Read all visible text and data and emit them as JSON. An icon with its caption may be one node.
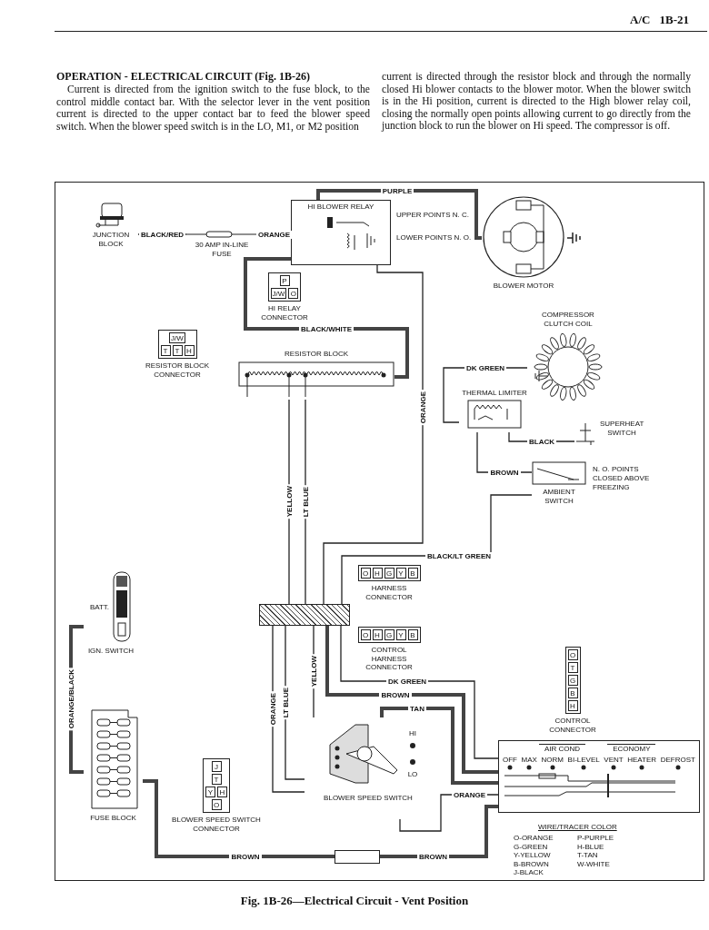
{
  "diagram": {
    "title": "OPERATION - ELECTRICAL CIRCUIT (Fig. 1B-26)",
    "caption": "Fig. 1B-26—Electrical Circuit - Vent Position",
    "nodes": [
      {
        "text": [
          "JUNCTION BLOCK"
        ]
      },
      {
        "text": [
          "30 AMP IN-LINE FUSE"
        ]
      },
      {
        "text": [
          "HI BLOWER RELAY"
        ],
        "beside": [
          "UPPER POINTS N. C.",
          "LOWER POINTS N. O."
        ]
      },
      {
        "text": [
          "P",
          "J/W",
          "O",
          "HI RELAY CONNECTOR"
        ]
      },
      {
        "text": [
          "BLOWER MOTOR"
        ]
      },
      {
        "text": [
          "J/W",
          "T",
          "T",
          "H",
          "RESISTOR BLOCK CONNECTOR"
        ]
      },
      {
        "text": [
          "RESISTOR BLOCK"
        ]
      },
      {
        "text": [
          "COMPRESSOR CLUTCH COIL"
        ]
      },
      {
        "text": [
          "THERMAL LIMITER"
        ]
      },
      {
        "text": [
          "SUPERHEAT SWITCH"
        ]
      },
      {
        "text": [
          "AMBIENT SWITCH"
        ],
        "beside": [
          "N. O. POINTS CLOSED ABOVE FREEZING"
        ]
      },
      {
        "text": [
          "BATT.",
          "IGN. SWITCH"
        ]
      },
      {
        "text": [
          "O",
          "H",
          "G",
          "Y",
          "B",
          "HARNESS CONNECTOR"
        ]
      },
      {
        "text": [],
        "shape": "bar"
      },
      {
        "text": [
          "O",
          "H",
          "G",
          "Y",
          "B",
          "CONTROL HARNESS CONNECTOR"
        ]
      },
      {
        "text": [
          "O",
          "T",
          "G",
          "B",
          "H",
          "CONTROL CONNECTOR"
        ]
      },
      {
        "text": [
          "FUSE BLOCK"
        ]
      },
      {
        "text": [
          "J",
          "T",
          "Y",
          "H",
          "O",
          "BLOWER SPEED SWITCH CONNECTOR"
        ]
      },
      {
        "text": [
          "HI",
          "LO",
          "BLOWER SPEED SWITCH"
        ]
      },
      {
        "text": [
          "AIR COND",
          "ECONOMY",
          "OFF",
          "MAX",
          "NORM",
          "BI-LEVEL",
          "VENT",
          "HEATER",
          "DEFROST"
        ]
      },
      {
        "text": [],
        "shape": "box"
      }
    ],
    "edges": [
      {
        "from": 0,
        "to": 1,
        "arrow": "none",
        "label": "BLACK/RED"
      },
      {
        "from": 1,
        "to": 2,
        "arrow": "none",
        "label": "ORANGE"
      },
      {
        "from": 2,
        "to": 4,
        "arrow": "none",
        "label": "PURPLE",
        "style": "thick"
      },
      {
        "from": 2,
        "to": 6,
        "arrow": "none",
        "label": "BLACK/WHITE",
        "style": "thick"
      },
      {
        "from": 2,
        "to": 13,
        "arrow": "none",
        "label": "ORANGE"
      },
      {
        "from": 6,
        "to": 13,
        "arrow": "none",
        "label": "YELLOW"
      },
      {
        "from": 6,
        "to": 13,
        "arrow": "none",
        "label": "LT BLUE"
      },
      {
        "from": 8,
        "to": 7,
        "arrow": "none",
        "label": "DK GREEN"
      },
      {
        "from": 8,
        "to": 9,
        "arrow": "none",
        "label": "BLACK"
      },
      {
        "from": 8,
        "to": 10,
        "arrow": "none",
        "label": "BROWN"
      },
      {
        "from": 10,
        "to": 13,
        "arrow": "none",
        "label": "BLACK/LT GREEN"
      },
      {
        "from": 11,
        "to": 16,
        "arrow": "none",
        "label": "ORANGE/BLACK",
        "style": "thick"
      },
      {
        "from": 13,
        "to": 18,
        "arrow": "none",
        "label": "ORANGE"
      },
      {
        "from": 13,
        "to": 18,
        "arrow": "none",
        "label": "LT BLUE"
      },
      {
        "from": 13,
        "to": 18,
        "arrow": "none",
        "label": "YELLOW"
      },
      {
        "from": 13,
        "to": 19,
        "arrow": "none",
        "label": "DK GREEN"
      },
      {
        "from": 13,
        "to": 19,
        "arrow": "none",
        "label": "BROWN",
        "style": "thick"
      },
      {
        "from": 18,
        "to": 19,
        "arrow": "none",
        "label": "TAN",
        "style": "thick"
      },
      {
        "from": 18,
        "to": 19,
        "arrow": "none",
        "label": "ORANGE"
      },
      {
        "from": 16,
        "to": 20,
        "arrow": "none",
        "label": "BROWN",
        "style": "thick"
      },
      {
        "from": 20,
        "to": 19,
        "arrow": "none",
        "label": "BROWN",
        "style": "thick"
      }
    ],
    "labels": [
      "A/C",
      "1B-21",
      "Current is directed from the ignition switch to the fuse block, to the control middle contact bar. With the selector lever in the vent position current is directed to the upper contact bar to feed the blower speed switch. When the blower speed switch is in the LO, M1, or M2 position",
      "current is directed through the resistor block and through the normally closed Hi blower contacts to the blower motor. When the blower switch is in the Hi position, current is directed to the High blower relay coil, closing the normally open points allowing current to go directly from the junction block to run the blower on Hi speed. The compressor is off.",
      "WIRE/TRACER COLOR",
      "O-ORANGE",
      "P-PURPLE",
      "G-GREEN",
      "H-BLUE",
      "Y-YELLOW",
      "T-TAN",
      "B-BROWN",
      "W-WHITE",
      "J-BLACK"
    ]
  }
}
